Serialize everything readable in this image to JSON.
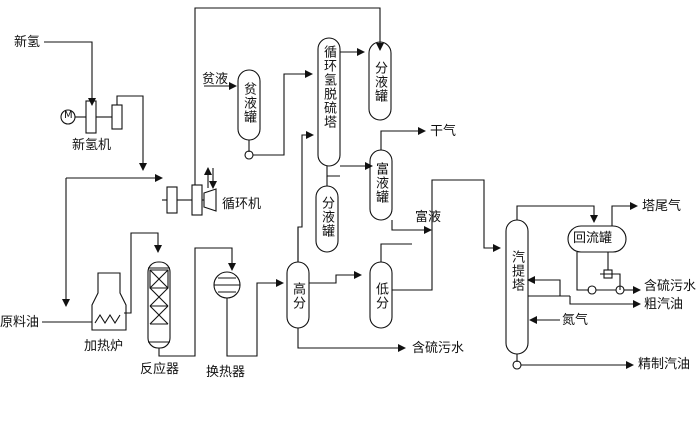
{
  "labels": {
    "new_hydrogen": "新氢",
    "new_hydrogen_compressor": "新氢机",
    "lean_liquid": "贫液",
    "lean_liquid_tank": "贫液罐",
    "recycle_desulfurizer": "循环氢脱硫塔",
    "separator_tank_top": "分液罐",
    "dry_gas": "干气",
    "rich_liquid_tank": "富液罐",
    "recycle_compressor": "循环机",
    "separator_tank_mid": "分液罐",
    "rich_liquid": "富液",
    "tower_tail_gas": "塔尾气",
    "reflux_tank": "回流罐",
    "feed_oil": "原料油",
    "high_separator": "高分",
    "low_separator": "低分",
    "stripper": "汽提塔",
    "sulfur_wastewater_right": "含硫污水",
    "crude_gasoline": "粗汽油",
    "nitrogen": "氮气",
    "furnace": "加热炉",
    "reactor": "反应器",
    "heat_exchanger": "换热器",
    "sulfur_wastewater_bottom": "含硫污水",
    "refined_gasoline": "精制汽油",
    "motor_symbol": "M"
  }
}
